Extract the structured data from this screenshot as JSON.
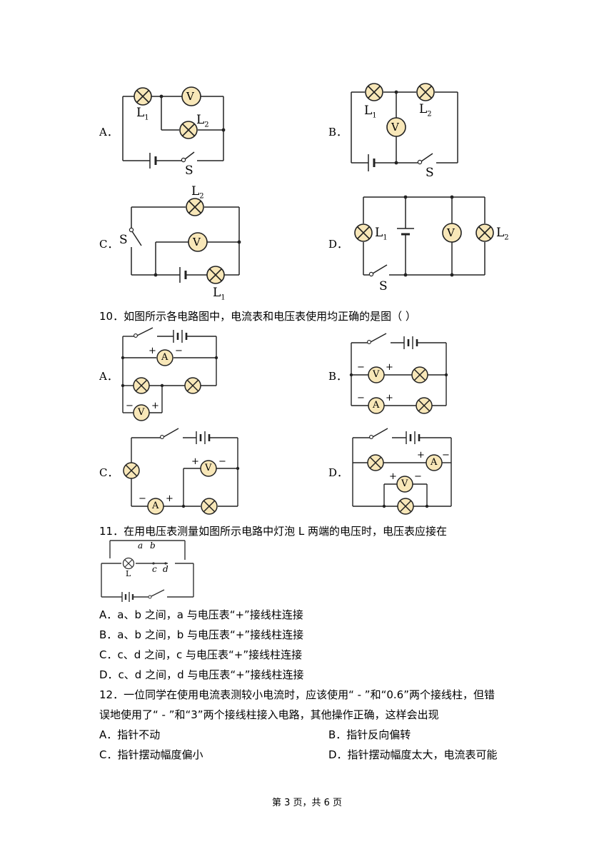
{
  "q9_options": {
    "a": "A．",
    "b": "B．",
    "c": "C．",
    "d": "D．"
  },
  "labels": {
    "l1": "L",
    "l2": "L",
    "sub1": "1",
    "sub2": "2",
    "s": "S",
    "v": "V",
    "a": "A",
    "plus": "+",
    "minus": "−"
  },
  "q10": {
    "stem": "10．如图所示各电路图中，电流表和电压表使用均正确的是图（          ）",
    "options": {
      "a": "A．",
      "b": "B．",
      "c": "C．",
      "d": "D．"
    }
  },
  "q11": {
    "stem": "11．在用电压表测量如图所示电路中灯泡 L 两端的电压时，电压表应接在",
    "fig": {
      "a": "a",
      "b": "b",
      "c": "c",
      "d": "d",
      "l": "L"
    },
    "options": [
      "A．a、b 之间，a 与电压表“+”接线柱连接",
      "B．a、b 之间，b 与电压表“+”接线柱连接",
      "C．c、d 之间，c 与电压表“+”接线柱连接",
      "D．c、d 之间，d 与电压表“+”接线柱连接"
    ]
  },
  "q12": {
    "stem_line1": "12．一位同学在使用电流表测较小电流时，应该使用“ - ”和“0.6”两个接线柱，但错",
    "stem_line2": "误地使用了“ - ”和“3”两个接线柱接入电路，其他操作正确，这样会出现",
    "options": [
      "A．指针不动",
      "B．指针反向偏转",
      "C．指针摆动幅度偏小",
      "D．指针摆动幅度太大，电流表可能"
    ]
  },
  "footer": "第 3 页，共 6 页"
}
